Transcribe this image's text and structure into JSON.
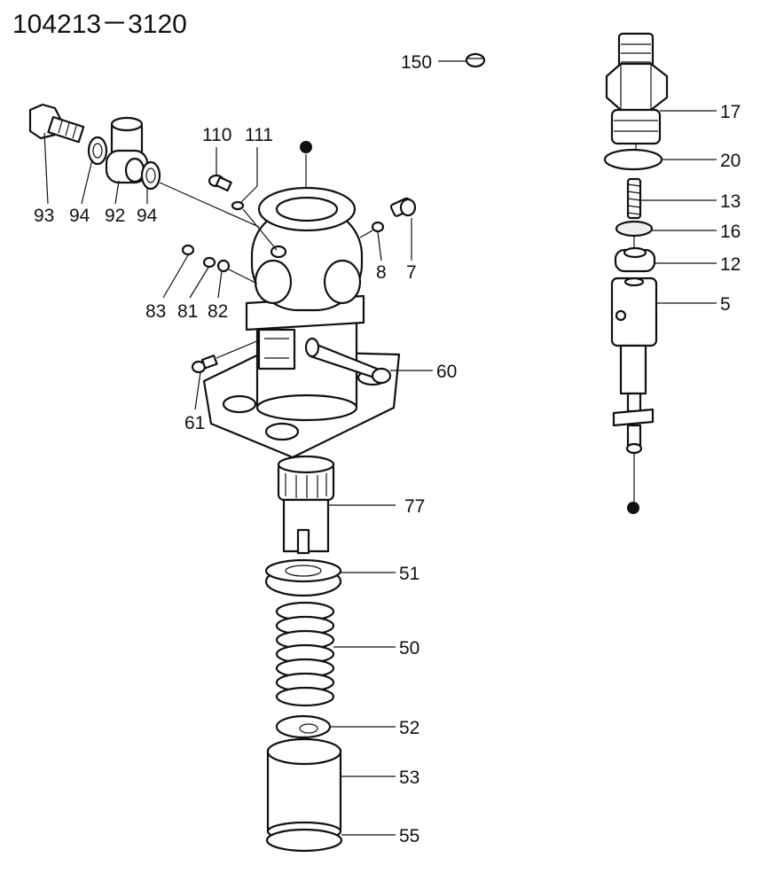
{
  "title": "104213－3120",
  "callouts": {
    "p150": "150",
    "p17": "17",
    "p20": "20",
    "p13": "13",
    "p16": "16",
    "p12": "12",
    "p5": "5",
    "p110": "110",
    "p111": "111",
    "p93": "93",
    "p94a": "94",
    "p92": "92",
    "p94b": "94",
    "p8": "8",
    "p7": "7",
    "p83": "83",
    "p81": "81",
    "p82": "82",
    "p60": "60",
    "p61": "61",
    "p77": "77",
    "p51": "51",
    "p50": "50",
    "p52": "52",
    "p53": "53",
    "p55": "55"
  }
}
